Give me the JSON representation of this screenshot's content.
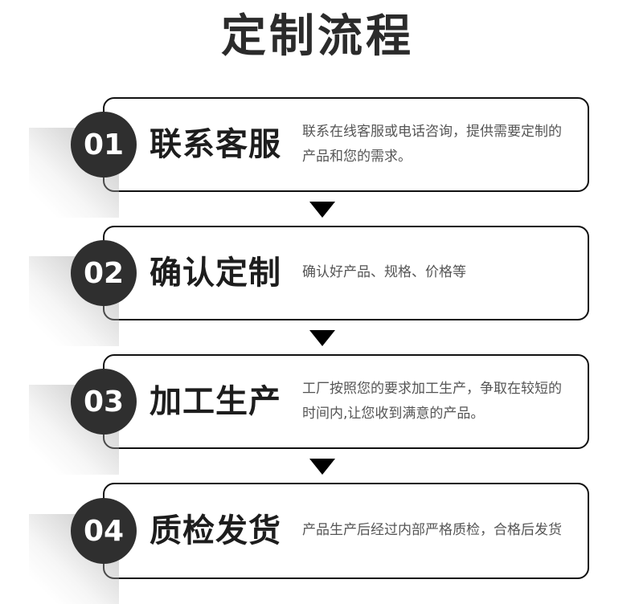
{
  "title": "定制流程",
  "steps": [
    {
      "number": "01",
      "title": "联系客服",
      "desc": "联系在线客服或电话咨询，提供需要定制的产品和您的需求。"
    },
    {
      "number": "02",
      "title": "确认定制",
      "desc": "确认好产品、规格、价格等"
    },
    {
      "number": "03",
      "title": "加工生产",
      "desc": "工厂按照您的要求加工生产，争取在较短的时间内,让您收到满意的产品。"
    },
    {
      "number": "04",
      "title": "质检发货",
      "desc": "产品生产后经过内部严格质检，合格后发货"
    }
  ],
  "colors": {
    "badge_fill": "#2f2f2f",
    "badge_text": "#ffffff",
    "card_border": "#111111",
    "title_text": "#2b2b2b",
    "step_title_text": "#1d1d1d",
    "desc_text": "#555555",
    "arrow_fill": "#000000",
    "background": "#ffffff"
  },
  "connectors": [
    {
      "name": "arrow-down-1"
    },
    {
      "name": "arrow-down-2"
    },
    {
      "name": "arrow-down-3"
    }
  ]
}
